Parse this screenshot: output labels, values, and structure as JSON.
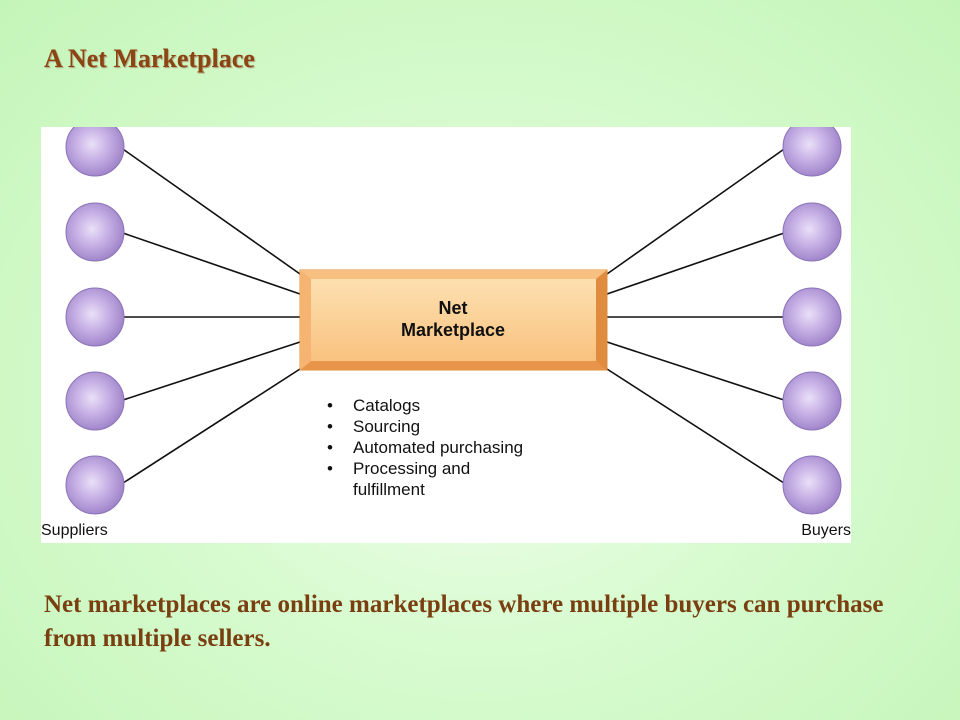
{
  "slide": {
    "title": "A Net Marketplace",
    "caption": "Net marketplaces are online marketplaces where multiple buyers can purchase from multiple sellers."
  },
  "diagram": {
    "center": {
      "line1": "Net",
      "line2": "Marketplace",
      "features": [
        "Catalogs",
        "Sourcing",
        "Automated purchasing",
        "Processing and fulfillment"
      ]
    },
    "left_group_label": "Suppliers",
    "right_group_label": "Buyers",
    "supplier_count": 5,
    "buyer_count": 5,
    "colors": {
      "node_fill": "#b49ad8",
      "node_highlight": "#eae0f8",
      "box_fill": "#f4a862",
      "box_inner": "#fcd29a",
      "connector": "#111111",
      "title_text": "#8b4513",
      "caption_text": "#7a3f10"
    }
  }
}
